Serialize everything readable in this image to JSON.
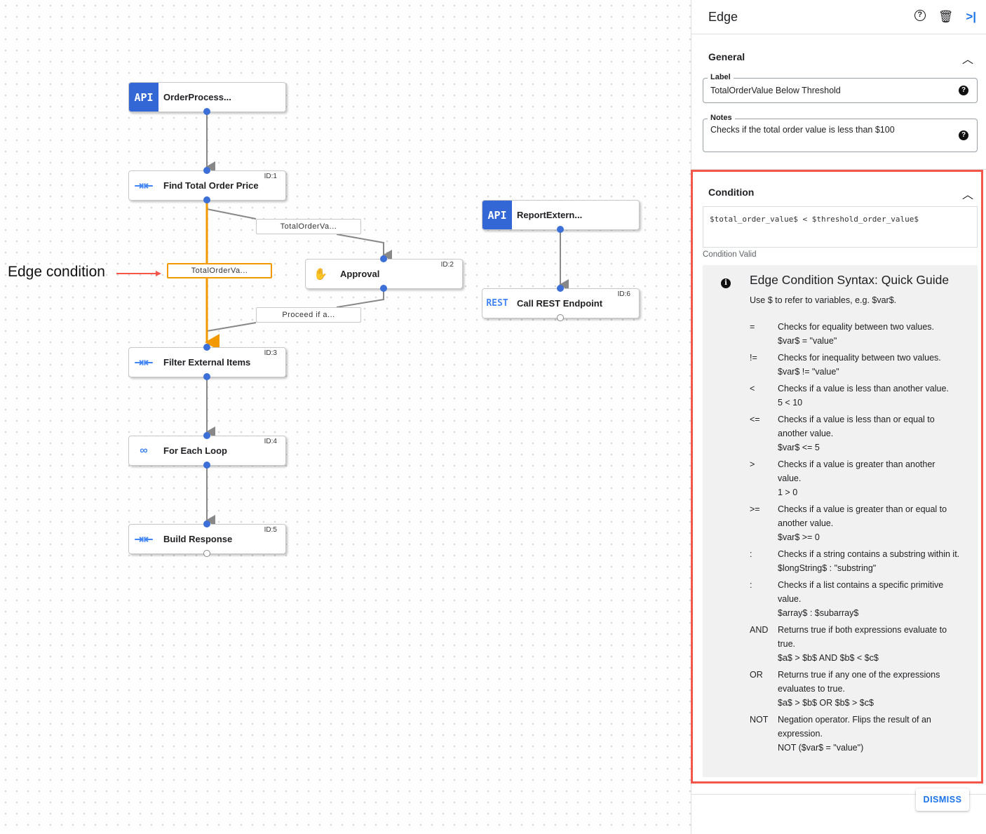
{
  "annotation": "Edge condition",
  "nodes": [
    {
      "label": "OrderProcess...",
      "icon": "API",
      "id": ""
    },
    {
      "label": "Find Total Order Price",
      "icon": "merge-arrows",
      "id": "ID:1"
    },
    {
      "label": "Approval",
      "icon": "hand",
      "id": "ID:2"
    },
    {
      "label": "Filter External Items",
      "icon": "merge-arrows",
      "id": "ID:3"
    },
    {
      "label": "For Each Loop",
      "icon": "infinity",
      "id": "ID:4"
    },
    {
      "label": "Build Response",
      "icon": "merge-arrows",
      "id": "ID:5"
    },
    {
      "label": "ReportExtern...",
      "icon": "API",
      "id": ""
    },
    {
      "label": "Call REST Endpoint",
      "icon": "REST",
      "id": "ID:6"
    }
  ],
  "edge_labels": [
    "TotalOrderVa...",
    "TotalOrderVa...",
    "Proceed if a..."
  ],
  "colors": {
    "selected_edge": "#f29900",
    "accent": "#1a73e8",
    "highlight": "#f4574a"
  },
  "panel": {
    "title": "Edge",
    "general": "General",
    "label_label": "Label",
    "label_value": "TotalOrderValue Below Threshold",
    "notes_label": "Notes",
    "notes_value": "Checks if the total order value is less than $100",
    "condition": "Condition",
    "condition_value": "$total_order_value$ < $threshold_order_value$",
    "condition_status": "Condition Valid",
    "guide": {
      "title": "Edge Condition Syntax: Quick Guide",
      "intro": "Use $ to refer to variables, e.g. $var$.",
      "rows": [
        {
          "op": "=",
          "desc": "Checks for equality between two values.",
          "ex": "$var$ = \"value\""
        },
        {
          "op": "!=",
          "desc": "Checks for inequality between two values.",
          "ex": "$var$ != \"value\""
        },
        {
          "op": "<",
          "desc": "Checks if a value is less than another value.",
          "ex": "5 < 10"
        },
        {
          "op": "<=",
          "desc": "Checks if a value is less than or equal to another value.",
          "ex": "$var$ <= 5"
        },
        {
          "op": ">",
          "desc": "Checks if a value is greater than another value.",
          "ex": "1 > 0"
        },
        {
          "op": ">=",
          "desc": "Checks if a value is greater than or equal to another value.",
          "ex": "$var$ >= 0"
        },
        {
          "op": ":",
          "desc": "Checks if a string contains a substring within it.",
          "ex": "$longString$ : \"substring\""
        },
        {
          "op": ":",
          "desc": "Checks if a list contains a specific primitive value.",
          "ex": "$array$ : $subarray$"
        },
        {
          "op": "AND",
          "desc": "Returns true if both expressions evaluate to true.",
          "ex": "$a$ > $b$ AND $b$ < $c$"
        },
        {
          "op": "OR",
          "desc": "Returns true if any one of the expressions evaluates to true.",
          "ex": "$a$ > $b$ OR $b$ > $c$"
        },
        {
          "op": "NOT",
          "desc": "Negation operator. Flips the result of an expression.",
          "ex": "NOT ($var$ = \"value\")"
        }
      ]
    },
    "dismiss": "DISMISS"
  }
}
